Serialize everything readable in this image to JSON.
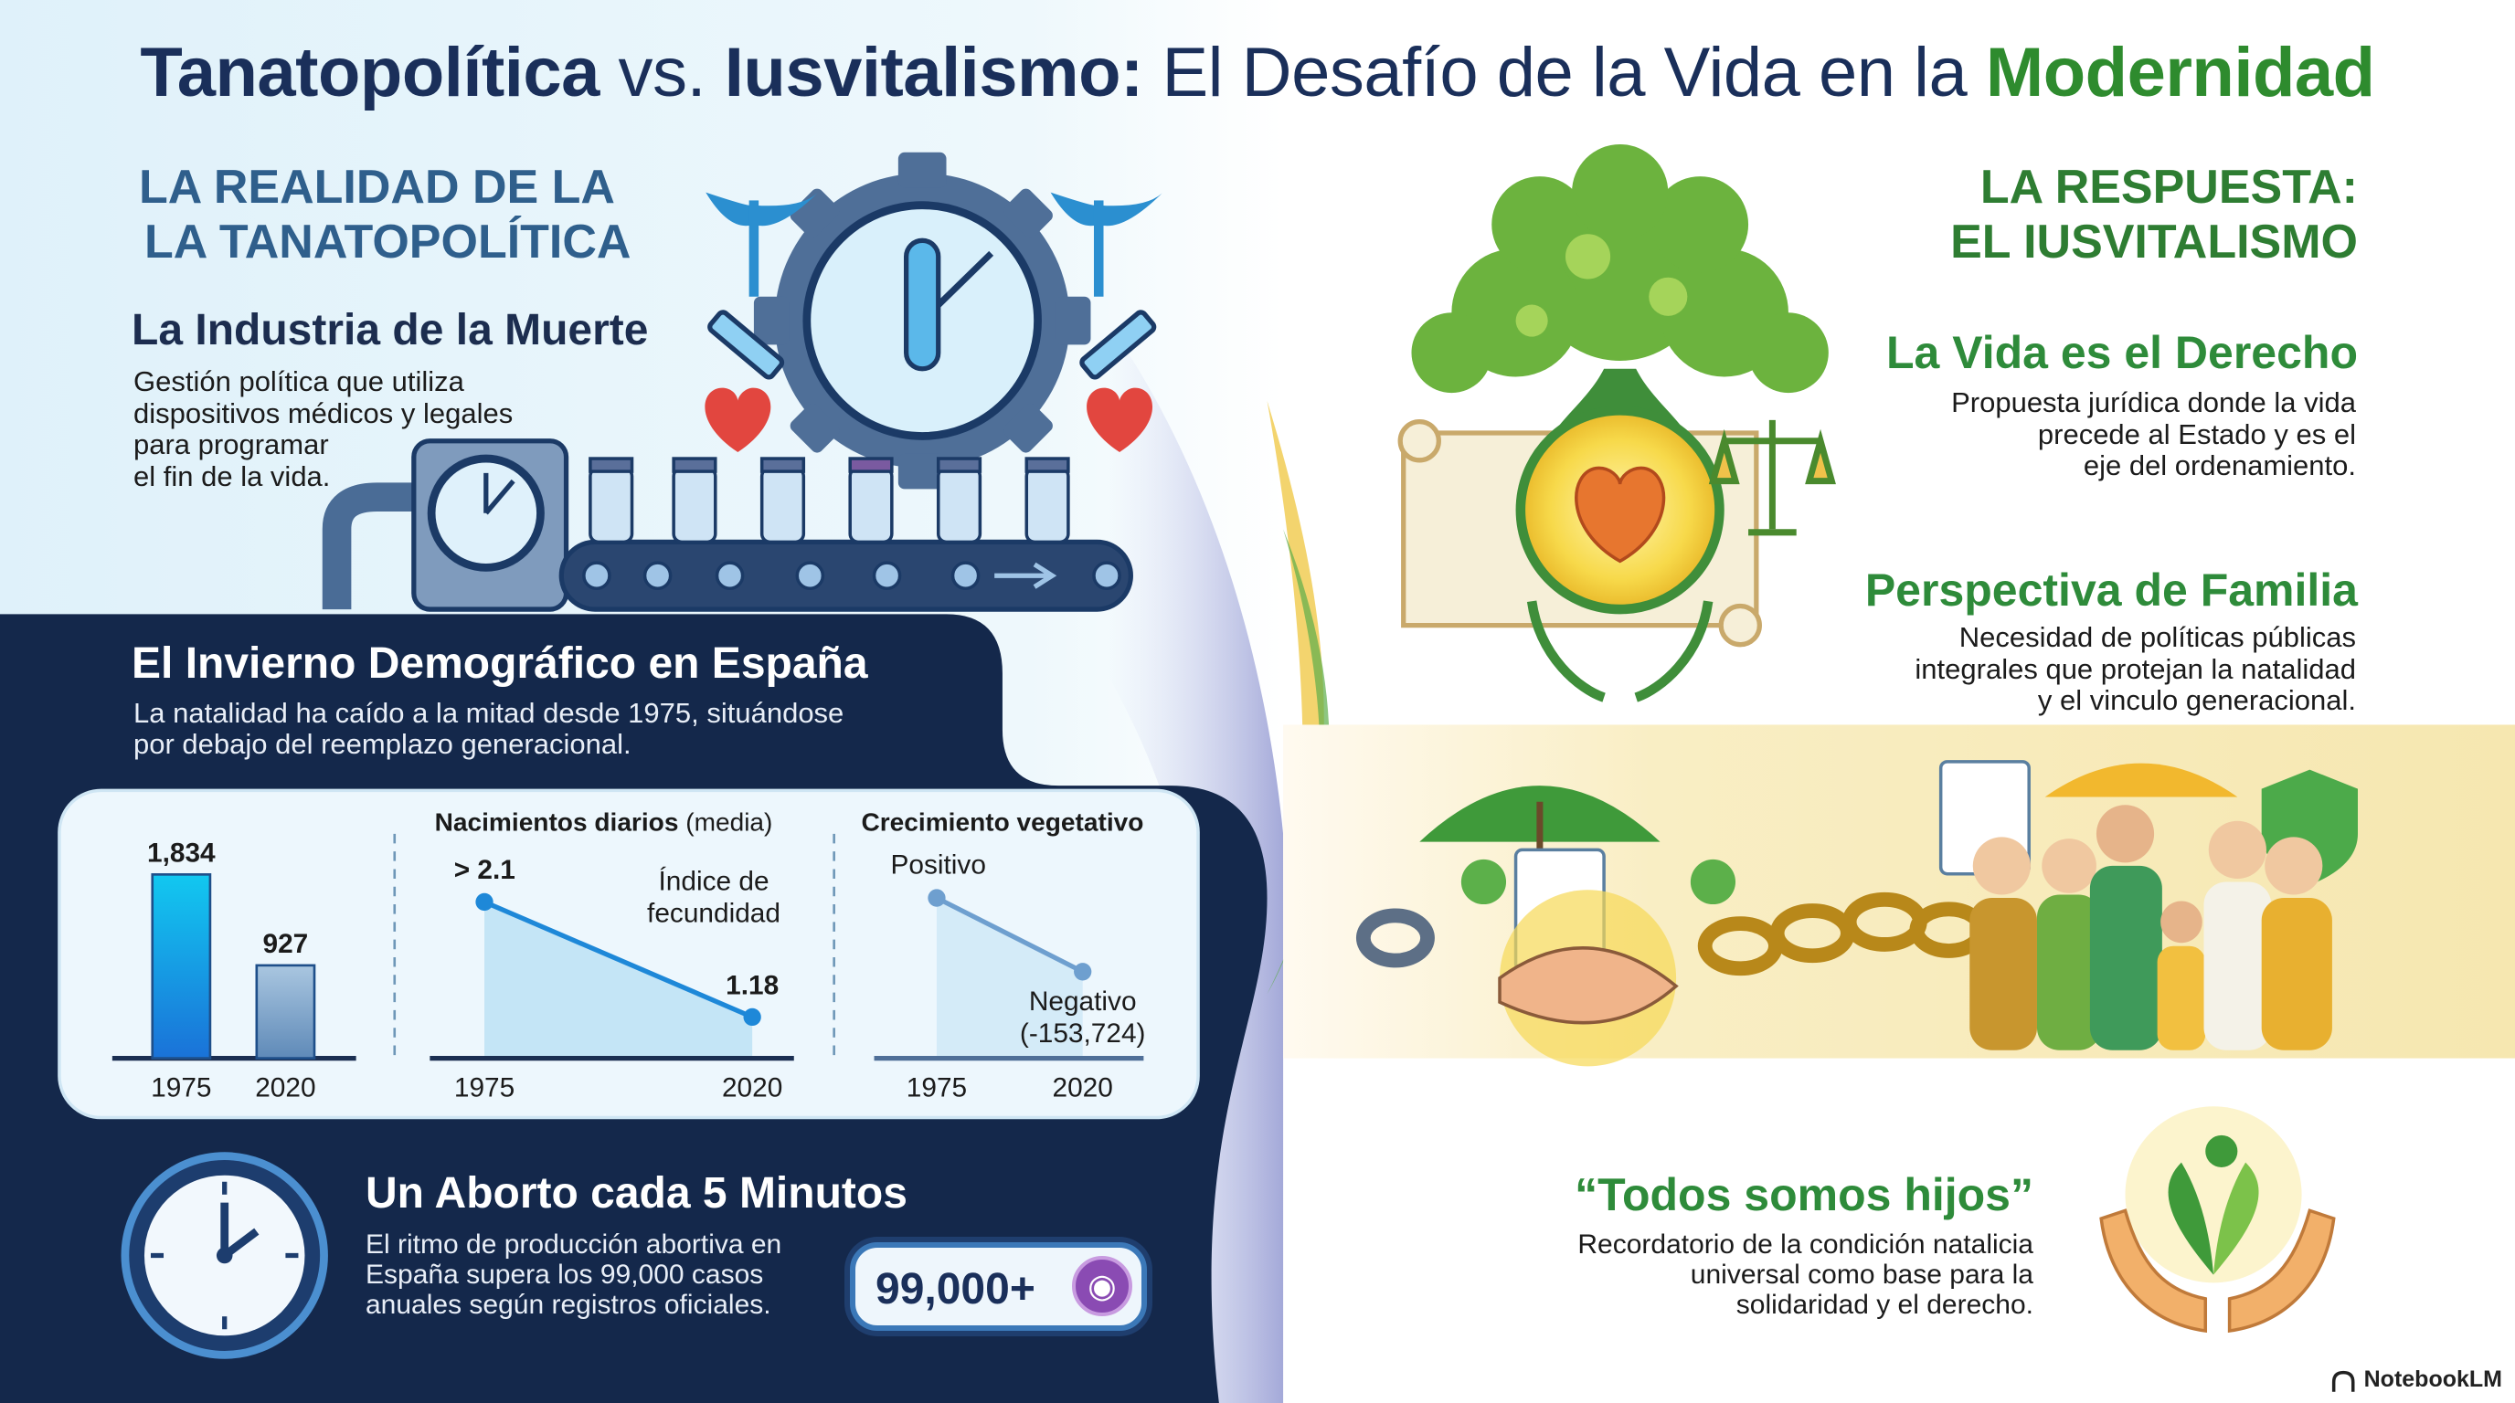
{
  "title": {
    "part1": "Tanatopolítica",
    "part2": " vs. ",
    "part3": "Iusvitalismo:",
    "part4": " El Desafío de la Vida en la ",
    "part5": "Modernidad"
  },
  "left": {
    "section_label": [
      "LA REALIDAD DE LA",
      "LA TANATOPOLÍTICA"
    ],
    "industry": {
      "heading": "La Industria de la Muerte",
      "body_lines": [
        "Gestión política que utiliza",
        "dispositivos médicos y legales",
        "para programar",
        "el fin de la vida."
      ]
    },
    "winter": {
      "heading": "El Invierno Demográfico en España",
      "body_lines": [
        "La natalidad ha caído a la mitad desde 1975, situándose",
        "por debajo del reemplazo generacional."
      ]
    },
    "abortion": {
      "heading": "Un Aborto cada 5 Minutos",
      "body_lines": [
        "El ritmo de producción abortiva en",
        "España supera los 99,000 casos",
        "anuales según registros oficiales."
      ],
      "badge": "99,000+",
      "badge_icon": "pregnancy-icon"
    }
  },
  "right": {
    "section_label": [
      "LA RESPUESTA:",
      "EL IUSVITALISMO"
    ],
    "vida": {
      "heading": "La Vida es el Derecho",
      "body_lines": [
        "Propuesta jurídica donde la vida",
        "precede al Estado y es el",
        "eje del ordenamiento."
      ]
    },
    "familia": {
      "heading": "Perspectiva de Familia",
      "body_lines": [
        "Necesidad de políticas públicas",
        "integrales que protejan la natalidad",
        "y el vinculo generacional."
      ]
    },
    "hijos": {
      "heading": "“Todos somos hijos”",
      "body_lines": [
        "Recordatorio de la condición natalicia",
        "universal como base para la",
        "solidaridad y el derecho."
      ]
    }
  },
  "footer": {
    "brand": "NotebookLM"
  },
  "colors": {
    "navy": "#14284b",
    "green": "#2e8b3a",
    "blue": "#1e88e5",
    "yellow": "#f7e9b5"
  },
  "chart_data": [
    {
      "type": "bar",
      "title": "",
      "categories": [
        "1975",
        "2020"
      ],
      "values": [
        1834,
        927
      ],
      "value_labels": [
        "1,834",
        "927"
      ],
      "ylim": [
        0,
        2000
      ]
    },
    {
      "type": "line",
      "title": "Nacimientos diarios",
      "title_suffix": " (media)",
      "x": [
        "1975",
        "2020"
      ],
      "values": [
        2.1,
        1.18
      ],
      "value_labels": [
        "> 2.1",
        "1.18"
      ],
      "annotation": [
        "Índice de",
        "fecundidad"
      ],
      "ylim": [
        0.85,
        2.35
      ]
    },
    {
      "type": "line",
      "title": "Crecimiento vegetativo",
      "x": [
        "1975",
        "2020"
      ],
      "levels": [
        "positive",
        "negative"
      ],
      "value_labels": [
        "Positivo"
      ],
      "negative_label": [
        "Negativo",
        "(-153,724)"
      ],
      "negative_value": -153724
    }
  ]
}
